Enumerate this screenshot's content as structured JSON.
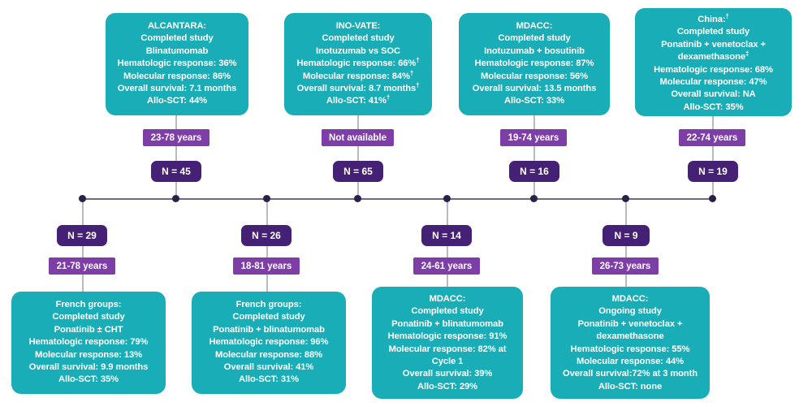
{
  "diagram": {
    "type": "timeline-flowchart",
    "palette": {
      "teal_box": "#19AEB7",
      "chip_years": "#7D3EA8",
      "chip_n": "#452175",
      "axis": "#6B6B83",
      "axis_dot": "#2C1F4A",
      "connector": "#B9B9C4",
      "text_on_fill": "#FFFFFF",
      "background": "#FFFFFF"
    }
  },
  "top_studies": [
    {
      "id": "alcantara",
      "title": "ALCANTARA:",
      "lines": [
        "ALCANTARA:",
        "Completed study",
        "Blinatumomab",
        "Hematologic response: 36%",
        "Molecular response: 86%",
        "Overall survival: 7.1 months",
        "Allo-SCT: 44%"
      ],
      "status": "Completed study",
      "regimen": "Blinatumomab",
      "hematologic_response": "36%",
      "molecular_response": "86%",
      "overall_survival": "7.1 months",
      "allo_sct": "44%",
      "age_range": "23-78 years",
      "n_label": "N = 45"
    },
    {
      "id": "ino-vate",
      "title": "INO-VATE:",
      "lines": [
        "INO-VATE:",
        "Completed study",
        "Inotuzumab vs SOC",
        "Hematologic response: 66%†",
        "Molecular response: 84%†",
        "Overall survival:  8.7 months†",
        "Allo-SCT: 41%†"
      ],
      "status": "Completed study",
      "regimen": "Inotuzumab vs SOC",
      "hematologic_response": "66%†",
      "molecular_response": "84%†",
      "overall_survival": "8.7 months†",
      "allo_sct": "41%†",
      "age_range": "Not available",
      "n_label": "N = 65"
    },
    {
      "id": "mdacc-inotuzumab-bosutinib",
      "title": "MDACC:",
      "lines": [
        "MDACC:",
        "Completed study",
        "Inotuzumab + bosutinib",
        "Hematologic response: 87%",
        "Molecular response: 56%",
        "Overall survival: 13.5 months",
        "Allo-SCT: 33%"
      ],
      "status": "Completed study",
      "regimen": "Inotuzumab + bosutinib",
      "hematologic_response": "87%",
      "molecular_response": "56%",
      "overall_survival": "13.5 months",
      "allo_sct": "33%",
      "age_range": "19-74 years",
      "n_label": "N = 16"
    },
    {
      "id": "china",
      "title": "China:†",
      "lines": [
        "China:†",
        "Completed study",
        "Ponatinib + venetoclax + dexamethasone‡",
        "Hematologic response: 68%",
        "Molecular response: 47%",
        "Overall survival: NA",
        "Allo-SCT: 35%"
      ],
      "status": "Completed study",
      "regimen": "Ponatinib + venetoclax + dexamethasone‡",
      "hematologic_response": "68%",
      "molecular_response": "47%",
      "overall_survival": "NA",
      "allo_sct": "35%",
      "age_range": "22-74 years",
      "n_label": "N = 19"
    }
  ],
  "bottom_studies": [
    {
      "id": "french-ponatinib-cht",
      "title": "French groups:",
      "lines": [
        "French groups:",
        "Completed study",
        "Ponatinib ± CHT",
        "Hematologic response: 79%",
        "Molecular response: 13%",
        "Overall survival: 9.9 months",
        "Allo-SCT: 35%"
      ],
      "status": "Completed study",
      "regimen": "Ponatinib ± CHT",
      "hematologic_response": "79%",
      "molecular_response": "13%",
      "overall_survival": "9.9 months",
      "allo_sct": "35%",
      "age_range": "21-78 years",
      "n_label": "N = 29"
    },
    {
      "id": "french-ponatinib-blinatumomab",
      "title": "French groups:",
      "lines": [
        "French groups:",
        "Completed study",
        "Ponatinib + blinatumomab",
        "Hematologic response: 96%",
        "Molecular response: 88%",
        "Overall survival: 41%",
        "Allo-SCT: 31%"
      ],
      "status": "Completed study",
      "regimen": "Ponatinib + blinatumomab",
      "hematologic_response": "96%",
      "molecular_response": "88%",
      "overall_survival": "41%",
      "allo_sct": "31%",
      "age_range": "18-81 years",
      "n_label": "N = 26"
    },
    {
      "id": "mdacc-ponatinib-blinatumomab",
      "title": "MDACC:",
      "lines": [
        "MDACC:",
        "Completed study",
        "Ponatinib + blinatumomab",
        "Hematologic response: 91%",
        "Molecular response: 82% at Cycle 1",
        "Overall survival: 39%",
        "Allo-SCT: 29%"
      ],
      "status": "Completed study",
      "regimen": "Ponatinib + blinatumomab",
      "hematologic_response": "91%",
      "molecular_response": "82% at Cycle 1",
      "overall_survival": "39%",
      "allo_sct": "29%",
      "age_range": "24-61 years",
      "n_label": "N = 14"
    },
    {
      "id": "mdacc-ponatinib-venetoclax-dex",
      "title": "MDACC:",
      "lines": [
        "MDACC:",
        "Ongoing study",
        "Ponatinib + venetoclax + dexamethasone",
        "Hematologic response: 55%",
        "Molecular response: 44%",
        "Overall survival:72% at 3 month",
        "Allo-SCT: none"
      ],
      "status": "Ongoing study",
      "regimen": "Ponatinib + venetoclax + dexamethasone",
      "hematologic_response": "55%",
      "molecular_response": "44%",
      "overall_survival": "72% at 3 month",
      "allo_sct": "none",
      "age_range": "26-73 years",
      "n_label": "N = 9"
    }
  ]
}
